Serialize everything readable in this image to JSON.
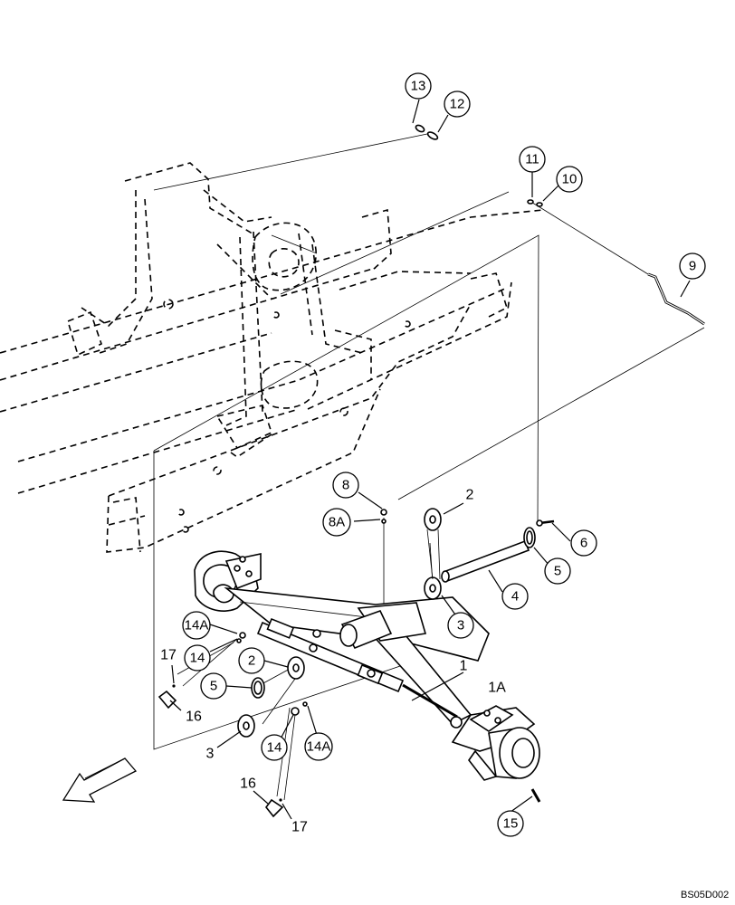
{
  "figure_ref": "BS05D002",
  "callouts_circled": {
    "c13": "13",
    "c12": "12",
    "c11": "11",
    "c10": "10",
    "c9": "9",
    "c8": "8",
    "c8a": "8A",
    "c6": "6",
    "c5r": "5",
    "c4": "4",
    "c3r": "3",
    "c14a_top": "14A",
    "c14_top": "14",
    "c2l": "2",
    "c5l": "5",
    "c14_bot": "14",
    "c14a_bot": "14A",
    "c15": "15"
  },
  "callouts_plain": {
    "p2r": "2",
    "p1": "1",
    "p1a": "1A",
    "p17a": "17",
    "p16a": "16",
    "p3l": "3",
    "p16b": "16",
    "p17b": "17"
  },
  "direction_arrow": "left-down-arrow-icon"
}
